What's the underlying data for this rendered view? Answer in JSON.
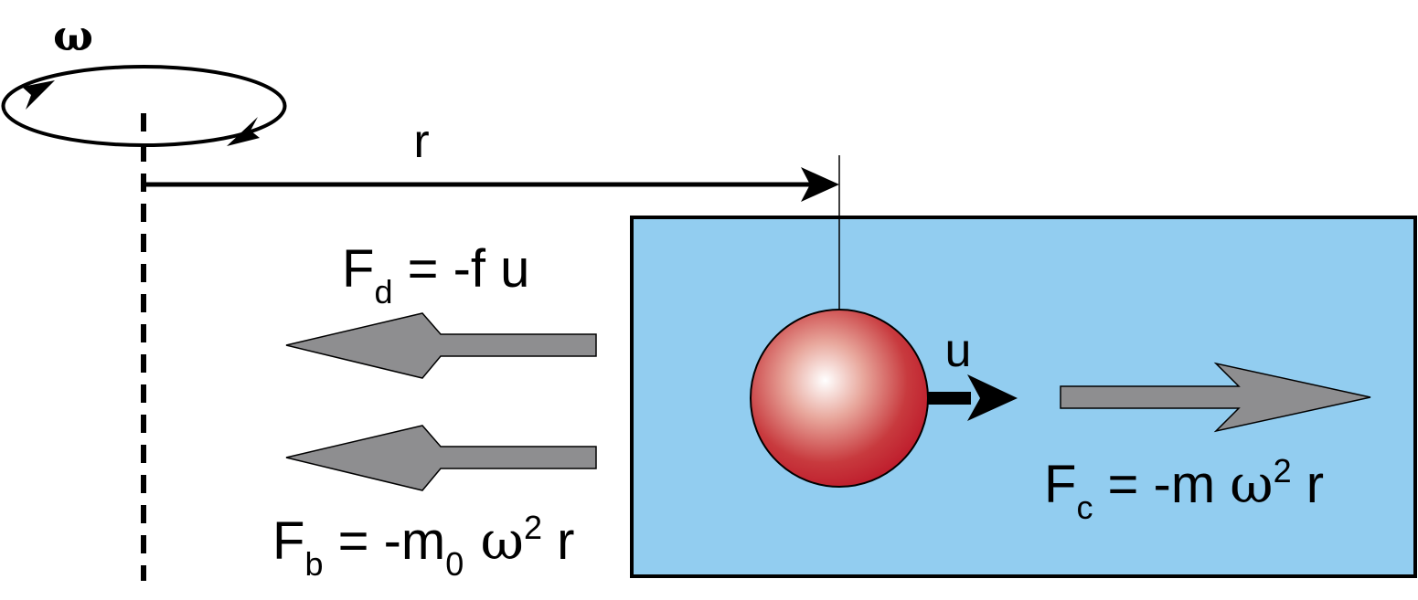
{
  "labels": {
    "omega": "ω",
    "radius": "r",
    "velocity": "u",
    "drag_force": {
      "symbol": "F",
      "sub": "d",
      "rest": " = -f u"
    },
    "buoyant_force": {
      "symbol": "F",
      "sub": "b",
      "rest1": " = -m",
      "sub2": "0",
      "omega": " ω",
      "sup": "2",
      "rest2": " r"
    },
    "centrifugal_force": {
      "symbol": "F",
      "sub": "c",
      "rest1": " = -m ",
      "omega": "ω",
      "sup": "2",
      "rest2": " r"
    }
  },
  "colors": {
    "medium_fill": "#92cdf0",
    "force_arrow": "#8e8e90",
    "particle_dark": "#bf1e2d",
    "particle_light": "#ffffff",
    "stroke": "#000000"
  }
}
